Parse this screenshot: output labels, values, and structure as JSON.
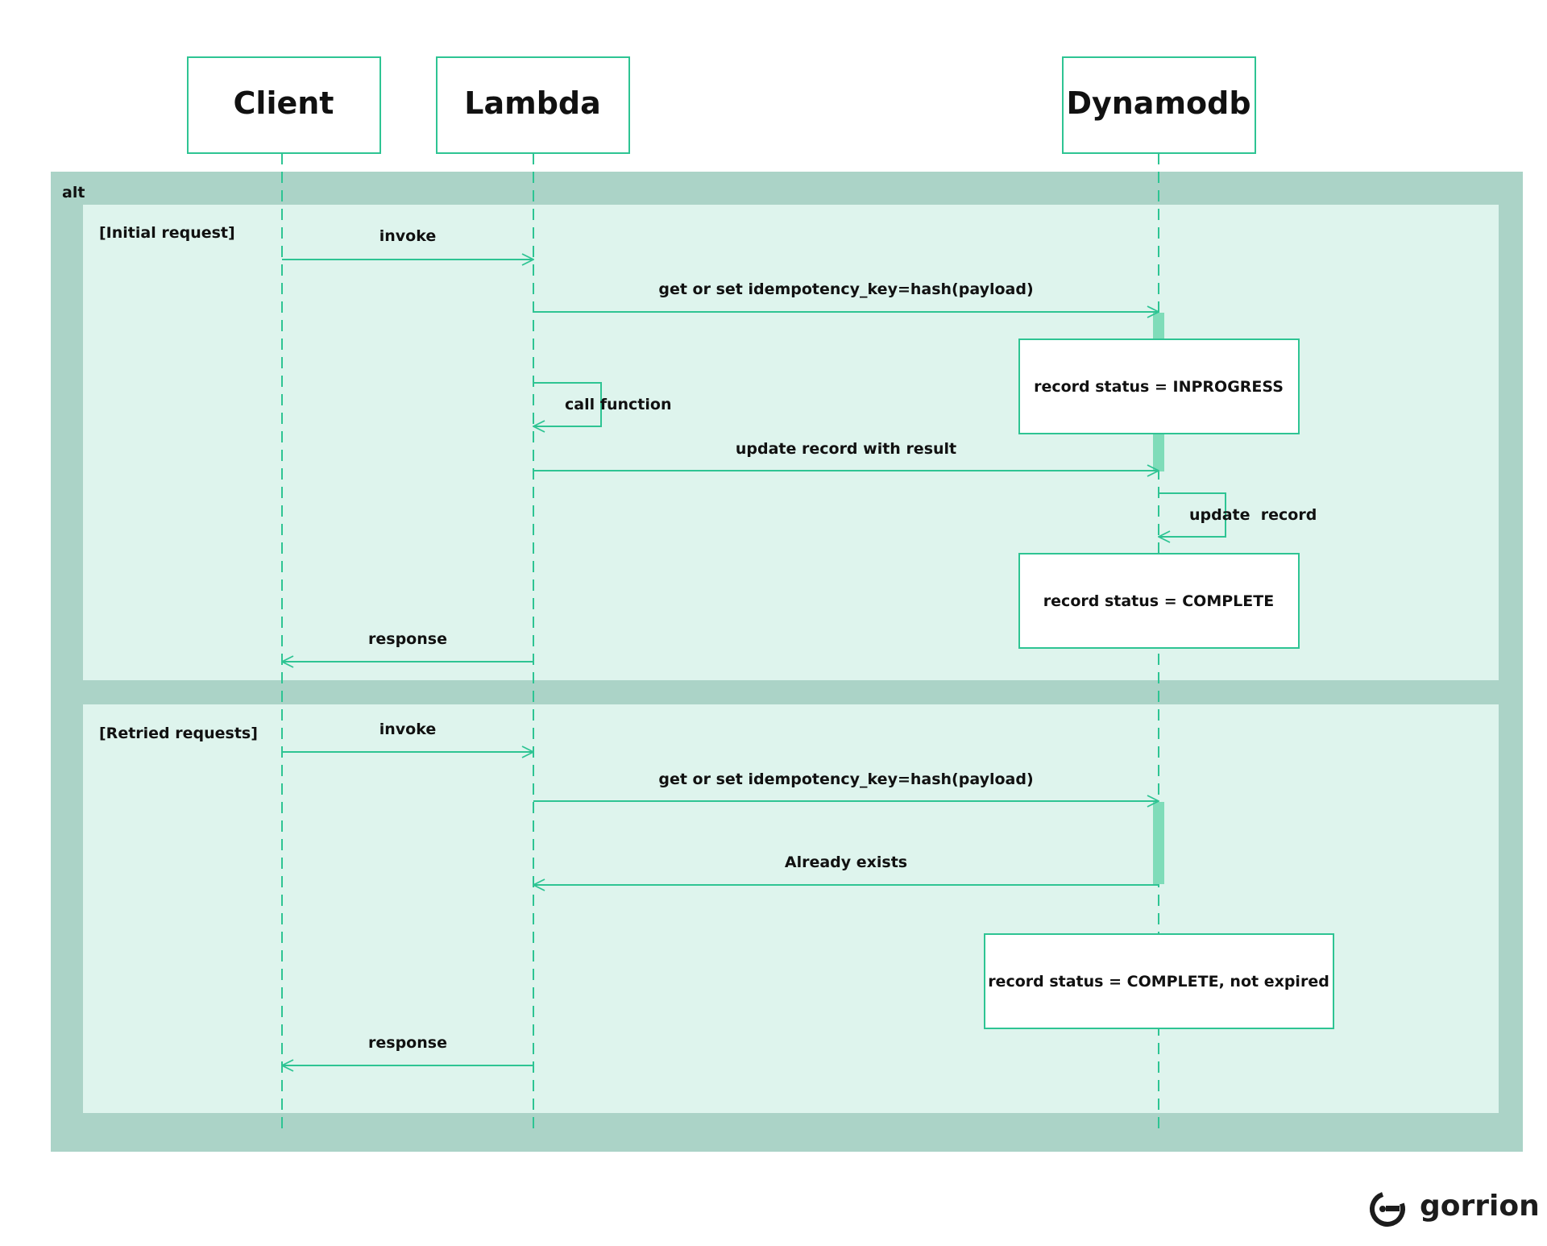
{
  "colors": {
    "accent": "#2ec493",
    "frame_outer": "#abd3c7",
    "frame_inner": "#def4ed",
    "activation": "#7fdcb9",
    "text": "#111111"
  },
  "actors": [
    "Client",
    "Lambda",
    "Dynamodb"
  ],
  "alt": {
    "label": "alt",
    "sections": [
      "[Initial request]",
      "[Retried requests]"
    ]
  },
  "messages": [
    "invoke",
    "get or set idempotency_key=hash(payload)",
    "call function",
    "update record with result",
    "update  record",
    "response",
    "invoke",
    "get or set idempotency_key=hash(payload)",
    "Already exists",
    "response"
  ],
  "notes": [
    "record status = INPROGRESS",
    "record status = COMPLETE",
    "record status = COMPLETE, not expired"
  ],
  "brand": {
    "name": "gorrion",
    "logo_icon": "gorrion-logo-icon"
  }
}
